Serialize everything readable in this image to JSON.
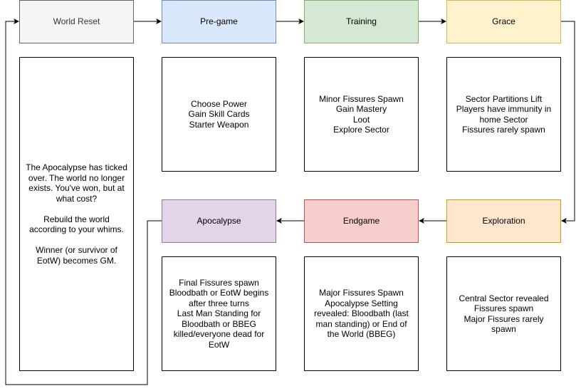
{
  "phases": {
    "world_reset": {
      "title": "World Reset",
      "fill": "#f5f5f5",
      "stroke": "#666666",
      "color": "#333333",
      "text": "The Apocalypse has ticked over. The world no longer exists. You've won, but at what cost?\n\nRebuild the world according to your whims.\n\nWinner (or survivor of EotW) becomes GM."
    },
    "pre_game": {
      "title": "Pre-game",
      "fill": "#dae8fc",
      "stroke": "#6c8ebf",
      "text": "Choose Power\nGain Skill Cards\nStarter Weapon"
    },
    "training": {
      "title": "Training",
      "fill": "#d5e8d4",
      "stroke": "#82b366",
      "text": "Minor Fissures Spawn\nGain Mastery\nLoot\nExplore Sector"
    },
    "grace": {
      "title": "Grace",
      "fill": "#fff2cc",
      "stroke": "#d6b656",
      "text": "Sector Partitions Lift\nPlayers have immunity in home Sector\nFissures rarely spawn"
    },
    "exploration": {
      "title": "Exploration",
      "fill": "#ffe6cc",
      "stroke": "#d79b00",
      "text": "Central Sector revealed\nFissures spawn\nMajor Fissures rarely spawn"
    },
    "endgame": {
      "title": "Endgame",
      "fill": "#f8cecc",
      "stroke": "#b85450",
      "text": "Major Fissures Spawn\nApocalypse Setting revealed: Bloodbath (last man standing) or End of the World (BBEG)"
    },
    "apocalypse": {
      "title": "Apocalypse",
      "fill": "#e1d5e7",
      "stroke": "#9673a6",
      "text": "Final Fissures spawn\nBloodbath or EotW begins after three turns\nLast Man Standing for Bloodbath or BBEG killed/everyone dead for EotW"
    }
  }
}
